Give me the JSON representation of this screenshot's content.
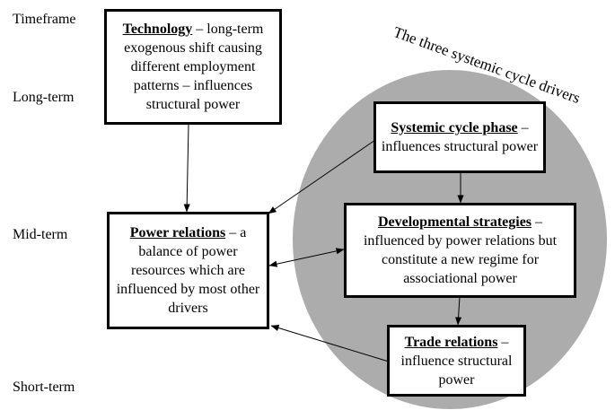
{
  "timeframe_labels": {
    "header": "Timeframe",
    "long_term": "Long-term",
    "mid_term": "Mid-term",
    "short_term": "Short-term"
  },
  "circle": {
    "title": "The three systemic cycle drivers",
    "fill_color": "#acacac"
  },
  "boxes": {
    "technology": {
      "heading": "Technology",
      "body": " – long-term exogenous shift causing different employment patterns – influences structural power"
    },
    "systemic_cycle": {
      "heading": "Systemic cycle phase",
      "body": " – influences structural power"
    },
    "power_relations": {
      "heading": "Power relations",
      "body": " – a balance of power resources which are influenced by most other drivers"
    },
    "developmental": {
      "heading": "Developmental strategies",
      "body": " – influenced by power relations but constitute a new regime for associational power"
    },
    "trade": {
      "heading": "Trade relations",
      "body": " – influence structural power"
    }
  }
}
